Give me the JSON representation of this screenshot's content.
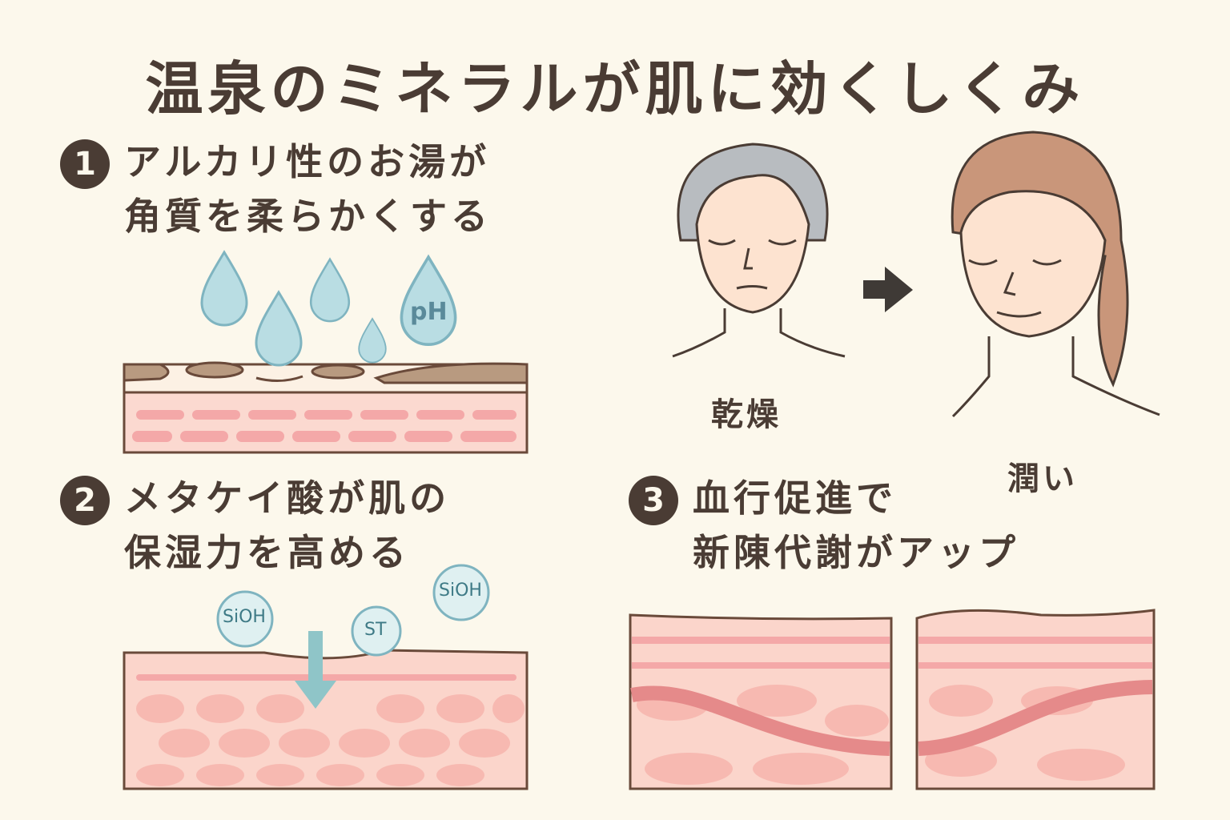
{
  "title": "温泉のミネラルが肌に効くしくみ",
  "sections": [
    {
      "number": "1",
      "line1": "アルカリ性のお湯が",
      "line2": "角質を柔らかくする",
      "drop_label": "pH"
    },
    {
      "number": "2",
      "line1": "メタケイ酸が肌の",
      "line2": "保湿力を高める",
      "bubbles": [
        "SiOH",
        "ST",
        "SiOH"
      ]
    },
    {
      "number": "3",
      "line1": "血行促進で",
      "line2": "新陳代謝がアップ"
    }
  ],
  "faces": {
    "before": "乾燥",
    "after": "潤い"
  },
  "colors": {
    "background": "#fcf8ec",
    "text": "#4a3c34",
    "skin": "#f9cfc4",
    "water": "#a9d4dc"
  }
}
